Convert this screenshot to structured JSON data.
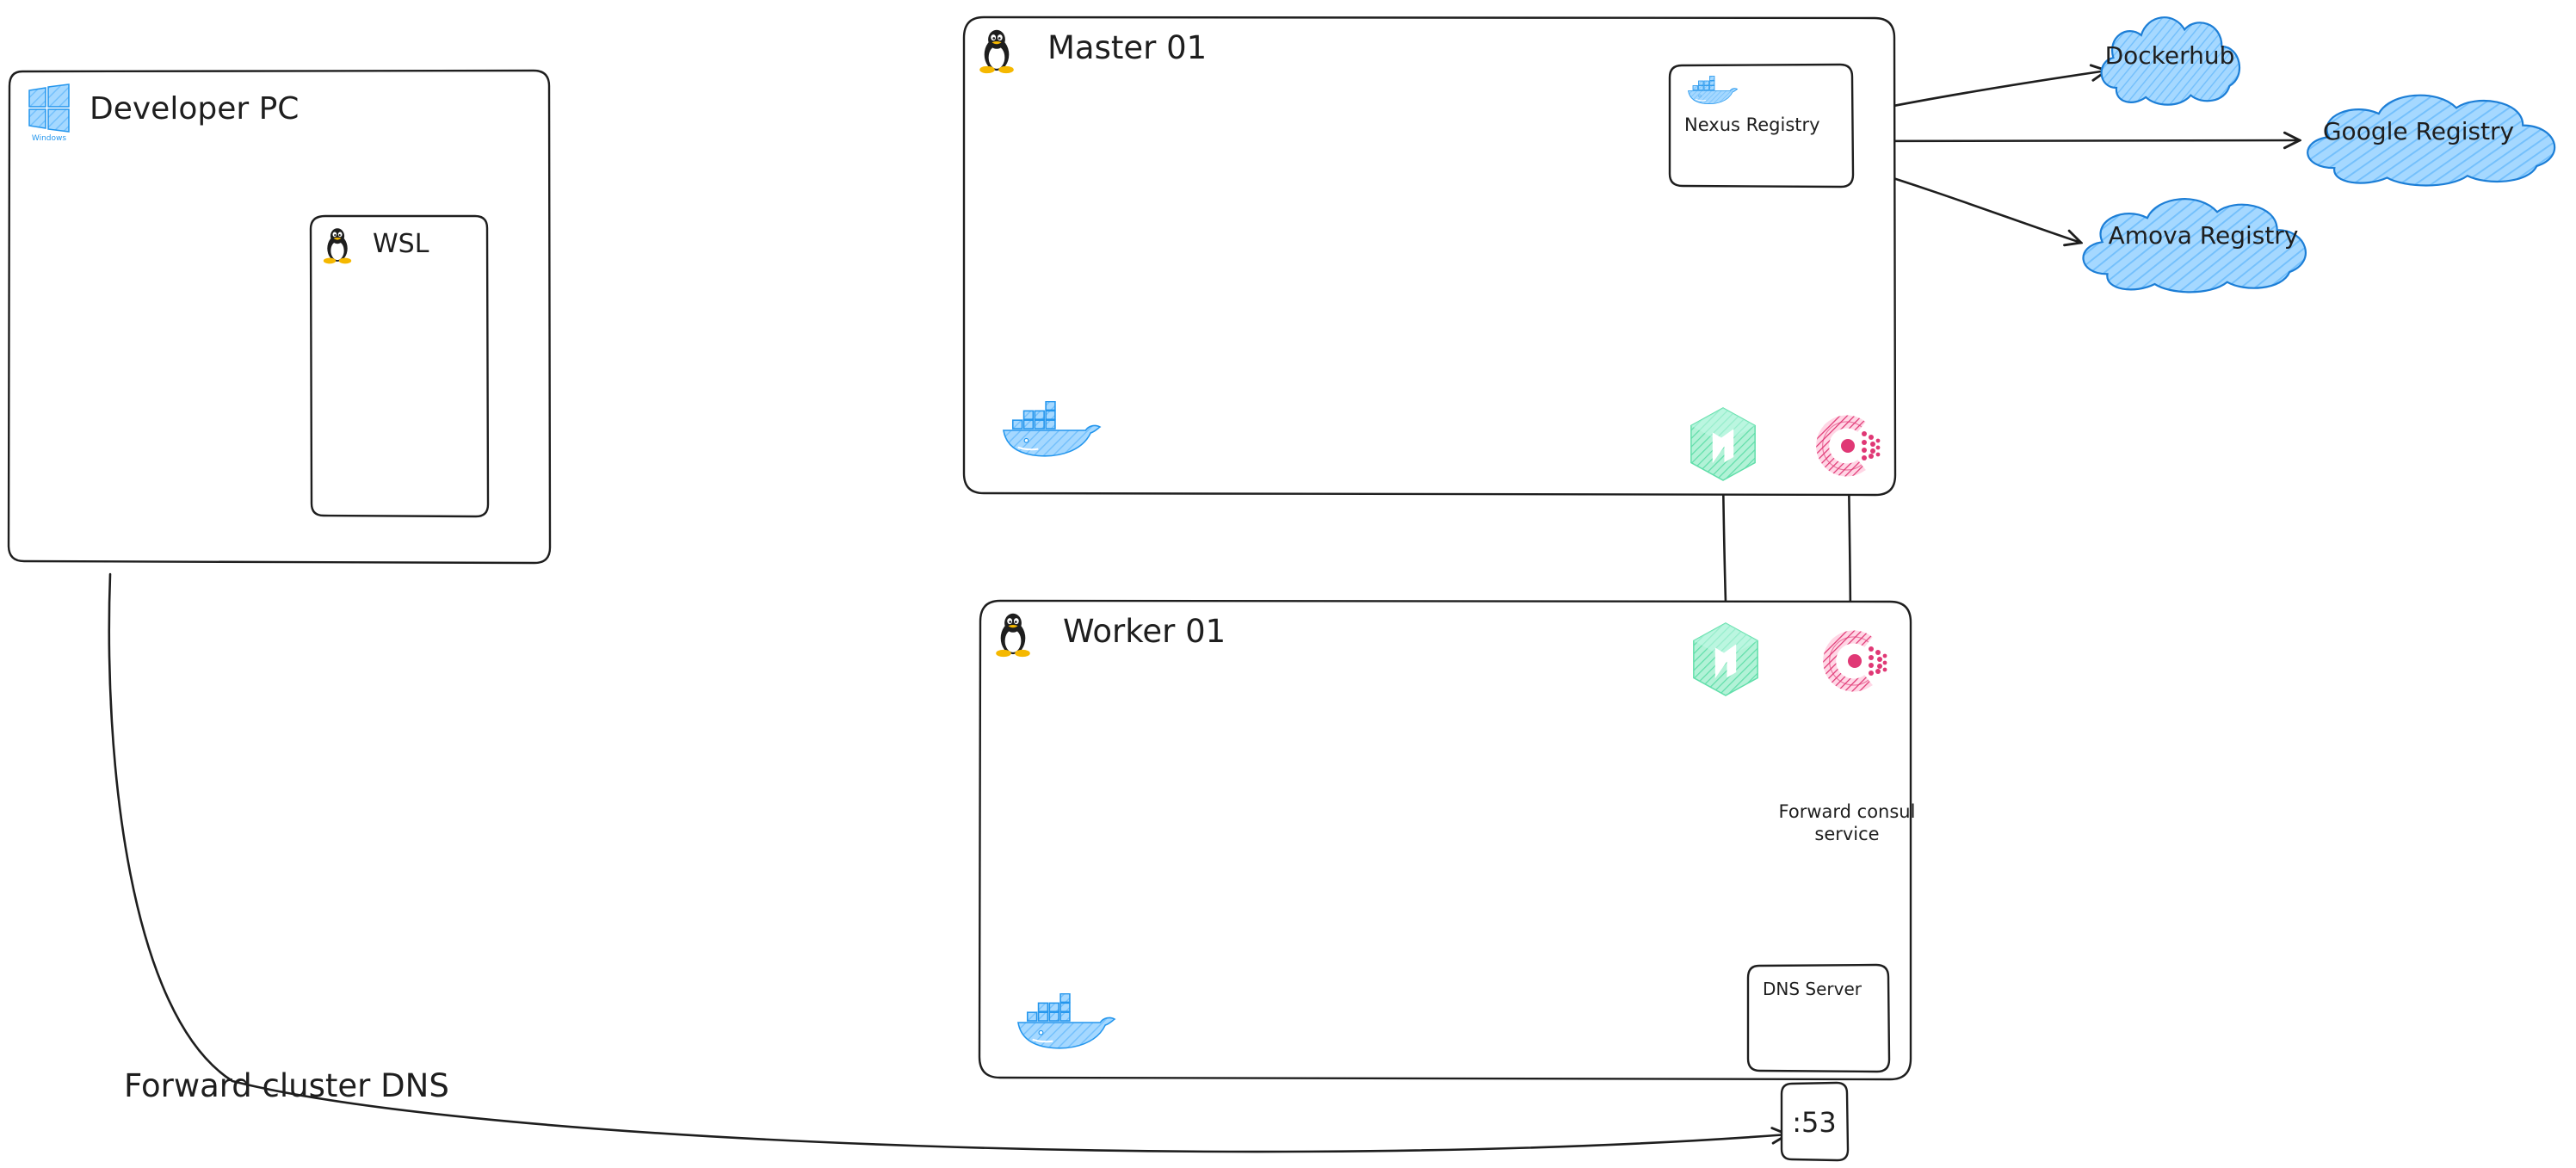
{
  "colors": {
    "stroke": "#1e1e1e",
    "cloud_fill": "#a5d8ff",
    "cloud_stroke": "#1c7ed6",
    "nomad_green": "#60dea9",
    "consul_pink": "#e03875",
    "docker_blue": "#2496ed",
    "linux_yellow": "#f5b800"
  },
  "icons": [
    "windows-icon",
    "linux-tux-icon",
    "docker-whale-icon",
    "nomad-icon",
    "consul-icon",
    "cloud-shape"
  ],
  "developer_pc": {
    "title": "Developer PC",
    "windows_caption": "Windows",
    "wsl": {
      "title": "WSL"
    }
  },
  "master": {
    "title": "Master 01",
    "nexus": {
      "title": "Nexus Registry"
    }
  },
  "worker": {
    "title": "Worker 01",
    "dns_server": {
      "title": "DNS Server"
    },
    "port": {
      "label": ":53"
    }
  },
  "registries": [
    {
      "label": "Dockerhub"
    },
    {
      "label": "Google Registry"
    },
    {
      "label": "Amova Registry"
    }
  ],
  "annotations": {
    "forward_cluster_dns": "Forward cluster DNS",
    "forward_consul_line1": "Forward consul",
    "forward_consul_line2": "service"
  }
}
